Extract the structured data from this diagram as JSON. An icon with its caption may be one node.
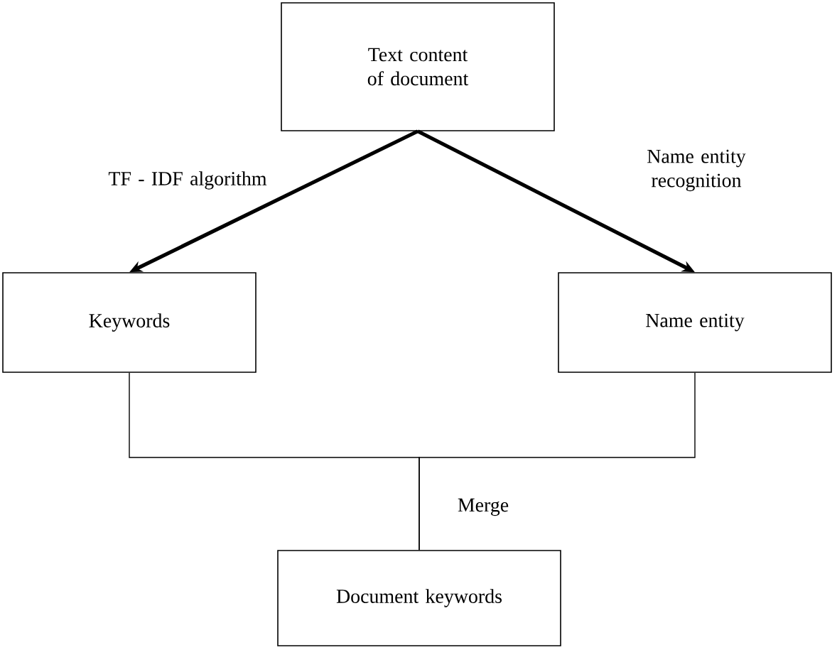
{
  "diagram": {
    "nodes": [
      {
        "text": [
          "Text content of document"
        ]
      },
      {
        "text": [
          "Keywords"
        ]
      },
      {
        "text": [
          "Name entity"
        ]
      },
      {
        "text": [
          "Document keywords"
        ]
      }
    ],
    "edges": [
      {
        "from": 0,
        "to": 1,
        "arrow": "to",
        "label": "TF - IDF algorithm",
        "style": "thick"
      },
      {
        "from": 0,
        "to": 2,
        "arrow": "to",
        "label": "Name entity recognition",
        "style": "thick"
      },
      {
        "from": 1,
        "to": 3,
        "arrow": "none",
        "label": "Merge"
      },
      {
        "from": 2,
        "to": 3,
        "arrow": "none"
      }
    ]
  }
}
